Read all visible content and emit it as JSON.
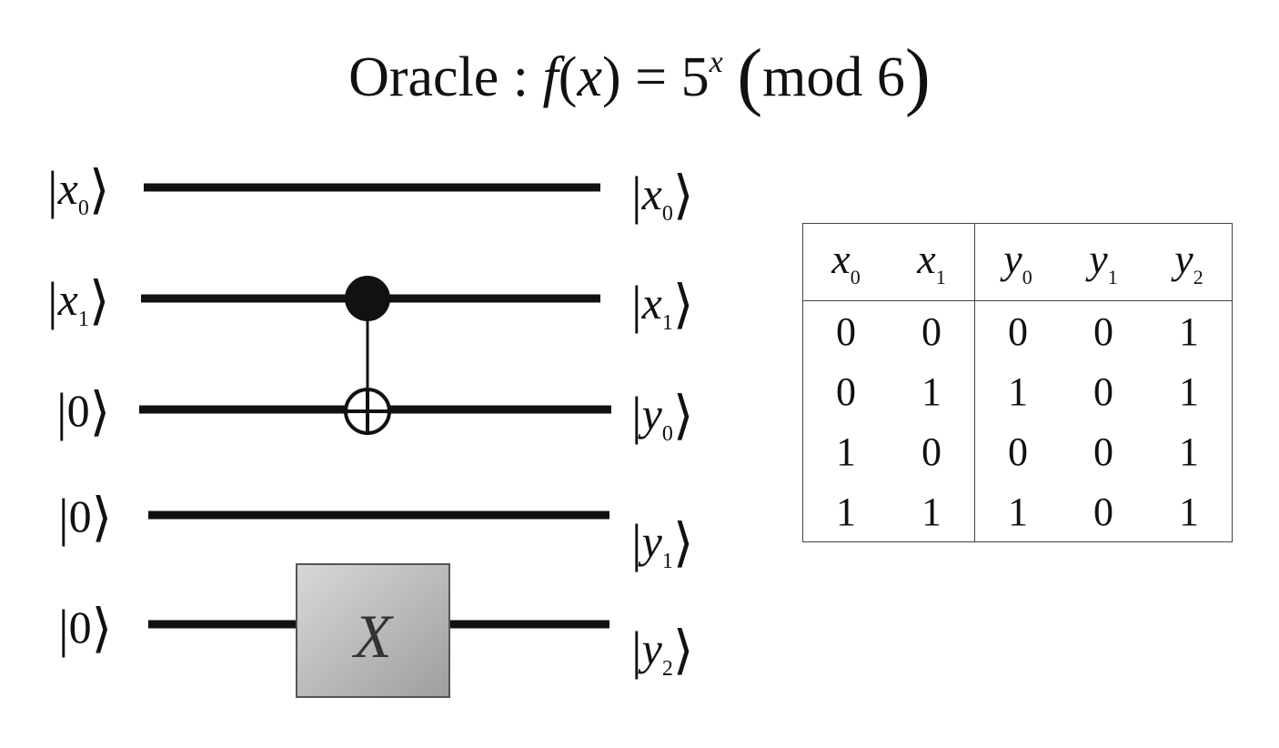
{
  "title": {
    "prefix": "Oracle : ",
    "func": "f",
    "arg_open": "(",
    "arg": "x",
    "arg_close": ")",
    "eq": " = 5",
    "exp": "x",
    "mod_open": "(",
    "mod_text": "mod 6",
    "mod_close": ")"
  },
  "inputs": [
    {
      "var": "x",
      "sub": "0"
    },
    {
      "var": "x",
      "sub": "1"
    },
    {
      "var": "",
      "sub": "",
      "value": "0"
    },
    {
      "var": "",
      "sub": "",
      "value": "0"
    },
    {
      "var": "",
      "sub": "",
      "value": "0"
    }
  ],
  "outputs": [
    {
      "var": "x",
      "sub": "0"
    },
    {
      "var": "x",
      "sub": "1"
    },
    {
      "var": "y",
      "sub": "0"
    },
    {
      "var": "y",
      "sub": "1"
    },
    {
      "var": "y",
      "sub": "2"
    }
  ],
  "gate_label": "X",
  "table": {
    "headers": [
      {
        "var": "x",
        "sub": "0"
      },
      {
        "var": "x",
        "sub": "1"
      },
      {
        "var": "y",
        "sub": "0"
      },
      {
        "var": "y",
        "sub": "1"
      },
      {
        "var": "y",
        "sub": "2"
      }
    ],
    "rows": [
      [
        "0",
        "0",
        "0",
        "0",
        "1"
      ],
      [
        "0",
        "1",
        "1",
        "0",
        "1"
      ],
      [
        "1",
        "0",
        "0",
        "0",
        "1"
      ],
      [
        "1",
        "1",
        "1",
        "0",
        "1"
      ]
    ]
  },
  "colors": {
    "wire": "#111111",
    "gate_fill": "#bdbdbd",
    "gate_border": "#555555"
  }
}
